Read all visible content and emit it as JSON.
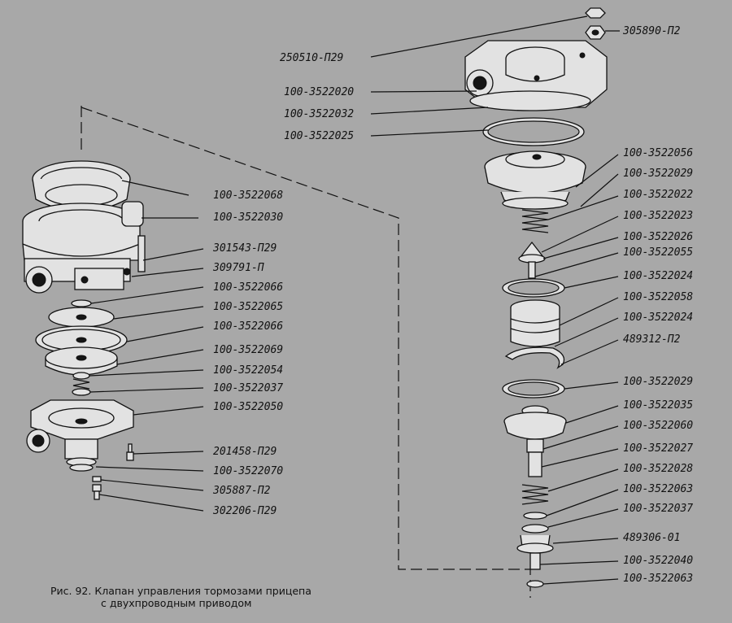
{
  "caption": {
    "line1": "Рис. 92. Клапан управления тормозами прицепа",
    "line2": "с двухпроводным приводом"
  },
  "left_labels": [
    "100-3522068",
    "100-3522030",
    "301543-П29",
    "309791-П",
    "100-3522066",
    "100-3522065",
    "100-3522066",
    "100-3522069",
    "100-3522054",
    "100-3522037",
    "100-3522050",
    "201458-П29",
    "100-3522070",
    "305887-П2",
    "302206-П29"
  ],
  "right_labels": [
    "305890-П2",
    "250510-П29",
    "100-3522020",
    "100-3522032",
    "100-3522025",
    "100-3522056",
    "100-3522029",
    "100-3522022",
    "100-3522023",
    "100-3522026",
    "100-3522055",
    "100-3522024",
    "100-3522058",
    "100-3522024",
    "489312-П2",
    "100-3522029",
    "100-3522035",
    "100-3522060",
    "100-3522027",
    "100-3522028",
    "100-3522063",
    "100-3522037",
    "489306-01",
    "100-3522040",
    "100-3522063"
  ]
}
